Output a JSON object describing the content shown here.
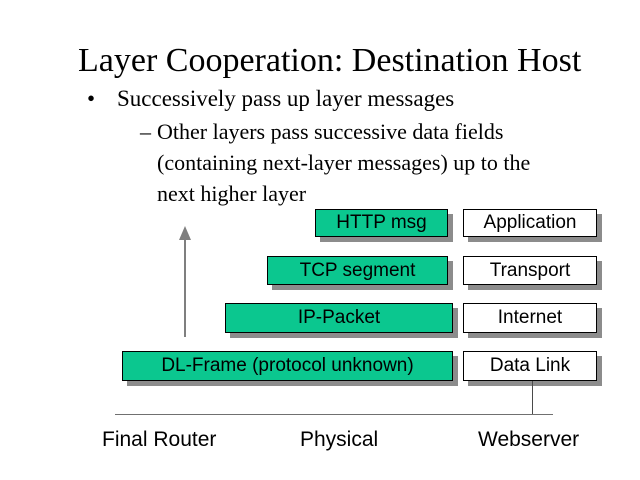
{
  "slide": {
    "title": "Layer Cooperation: Destination Host",
    "bullet": {
      "marker": "•",
      "text": "Successively pass up layer messages"
    },
    "sub_bullet": {
      "marker": "–",
      "lines": [
        "Other layers pass successive data fields",
        "(containing next-layer messages) up to the",
        "next higher layer"
      ]
    }
  },
  "diagram": {
    "rows": [
      {
        "message": "HTTP msg",
        "layer": "Application"
      },
      {
        "message": "TCP segment",
        "layer": "Transport"
      },
      {
        "message": "IP-Packet",
        "layer": "Internet"
      },
      {
        "message": "DL-Frame (protocol unknown)",
        "layer": "Data Link"
      }
    ],
    "bottom_labels": {
      "left": "Final Router",
      "center": "Physical",
      "right": "Webserver"
    },
    "colors": {
      "message_box_fill": "#0BC78F",
      "layer_box_fill": "#FFFFFF",
      "box_border": "#000000",
      "box_shadow": "#8C8C8C",
      "arrow": "#7F7F7F"
    }
  }
}
